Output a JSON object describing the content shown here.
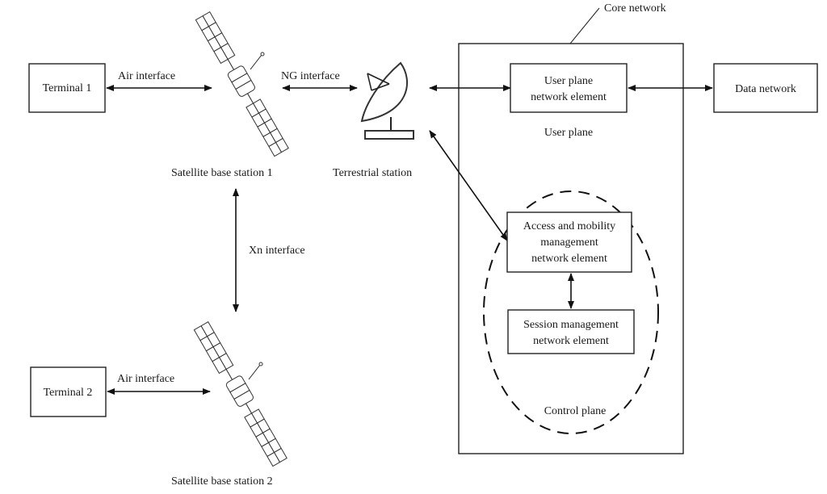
{
  "diagram": {
    "core_network_label": "Core network",
    "terminals": [
      {
        "label": "Terminal 1"
      },
      {
        "label": "Terminal 2"
      }
    ],
    "satellites": [
      {
        "label": "Satellite base station 1"
      },
      {
        "label": "Satellite base station 2"
      }
    ],
    "terrestrial_station": {
      "label": "Terrestrial station"
    },
    "interfaces": {
      "air_1": "Air interface",
      "air_2": "Air interface",
      "ng": "NG interface",
      "xn": "Xn interface"
    },
    "user_plane": {
      "element_line1": "User plane",
      "element_line2": "network element",
      "label": "User plane"
    },
    "control_plane": {
      "amf_line1": "Access and mobility",
      "amf_line2": "management",
      "amf_line3": "network element",
      "smf_line1": "Session management",
      "smf_line2": "network element",
      "label": "Control plane"
    },
    "data_network": {
      "label": "Data network"
    }
  }
}
